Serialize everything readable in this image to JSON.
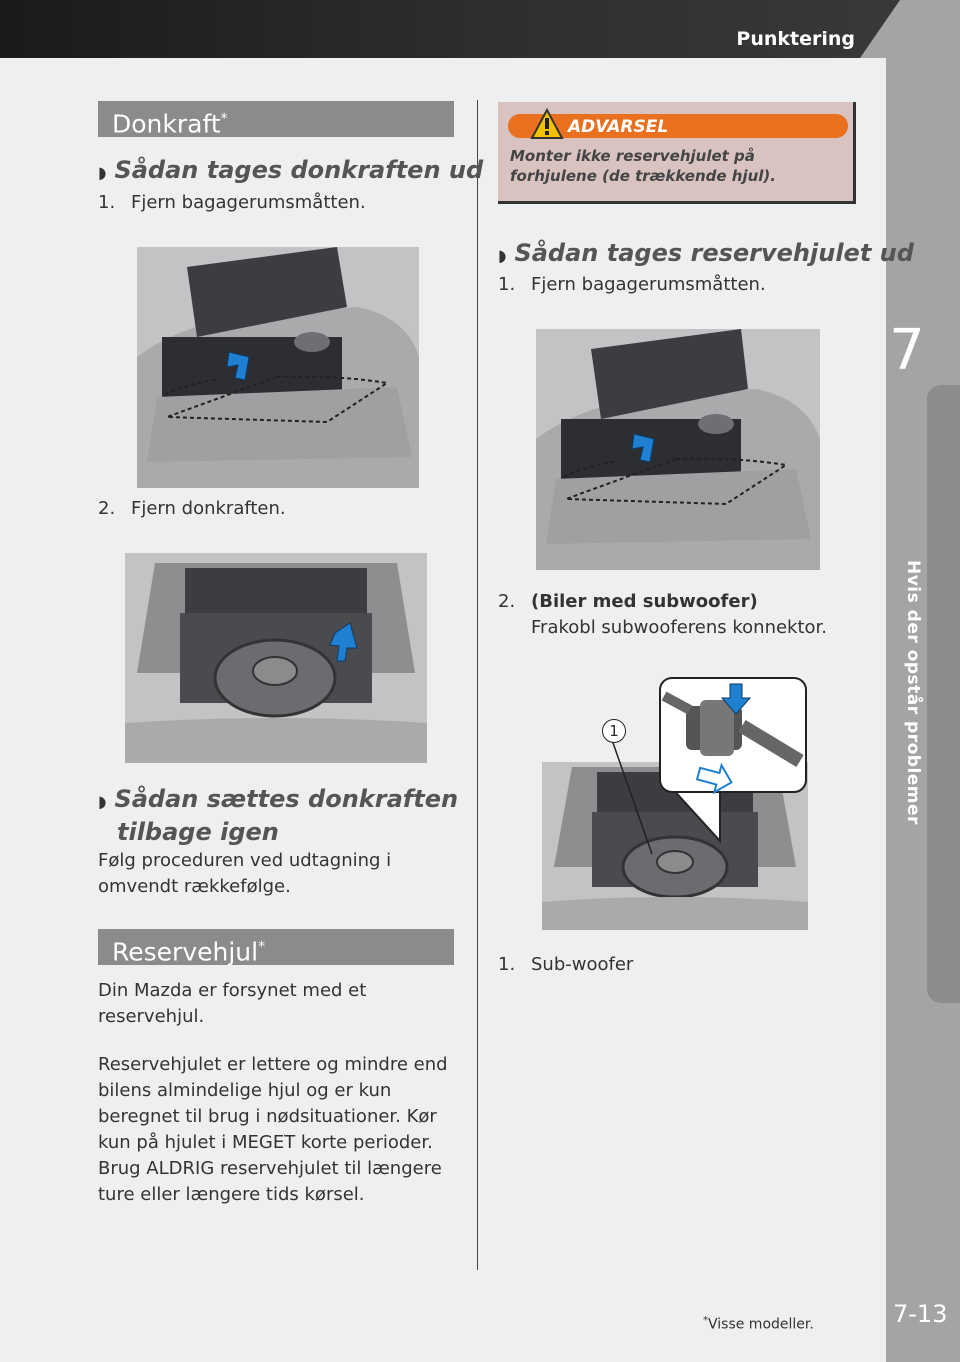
{
  "header": {
    "title": "Punktering"
  },
  "sidebar": {
    "chapter_number": "7",
    "chapter_title": "Hvis der opstår problemer",
    "page_number": "7-13"
  },
  "left": {
    "section1": {
      "title": "Donkraft",
      "asterisk": "*"
    },
    "sub1": {
      "mark": "◗",
      "title": "Sådan tages donkraften ud"
    },
    "step1": {
      "num": "1.",
      "text": "Fjern bagagerumsmåtten."
    },
    "step2": {
      "num": "2.",
      "text": "Fjern donkraften."
    },
    "sub2": {
      "mark": "◗",
      "title_line1": "Sådan sættes donkraften",
      "title_line2": "tilbage igen"
    },
    "sub2_body": "Følg proceduren ved udtagning i omvendt rækkefølge.",
    "section2": {
      "title": "Reservehjul",
      "asterisk": "*"
    },
    "para1": "Din Mazda er forsynet med et reservehjul.",
    "para2": "Reservehjulet er lettere og mindre end bilens almindelige hjul og er kun beregnet til brug i nødsituationer. Kør kun på hjulet i MEGET korte perioder. Brug ALDRIG reservehjulet til længere ture eller længere tids kørsel."
  },
  "right": {
    "warning": {
      "label": "ADVARSEL",
      "text": "Monter ikke reservehjulet på forhjulene (de trækkende hjul)."
    },
    "sub1": {
      "mark": "◗",
      "title": "Sådan tages reservehjulet ud"
    },
    "step1": {
      "num": "1.",
      "text": "Fjern bagagerumsmåtten."
    },
    "step2": {
      "num": "2.",
      "bold": "(Biler med subwoofer)",
      "text": "Frakobl subwooferens konnektor."
    },
    "callout_num": "1",
    "legend": {
      "num": "1.",
      "text": "Sub-woofer"
    }
  },
  "footnote": {
    "asterisk": "*",
    "text": "Visse modeller."
  },
  "colors": {
    "header": "#2a2a2a",
    "section_bar": "#8a8b8d",
    "sidebar": "#a3a4a6",
    "warning_pill": "#e8701e",
    "warning_box": "#d8c3c1",
    "arrow": "#1f7fd0"
  }
}
